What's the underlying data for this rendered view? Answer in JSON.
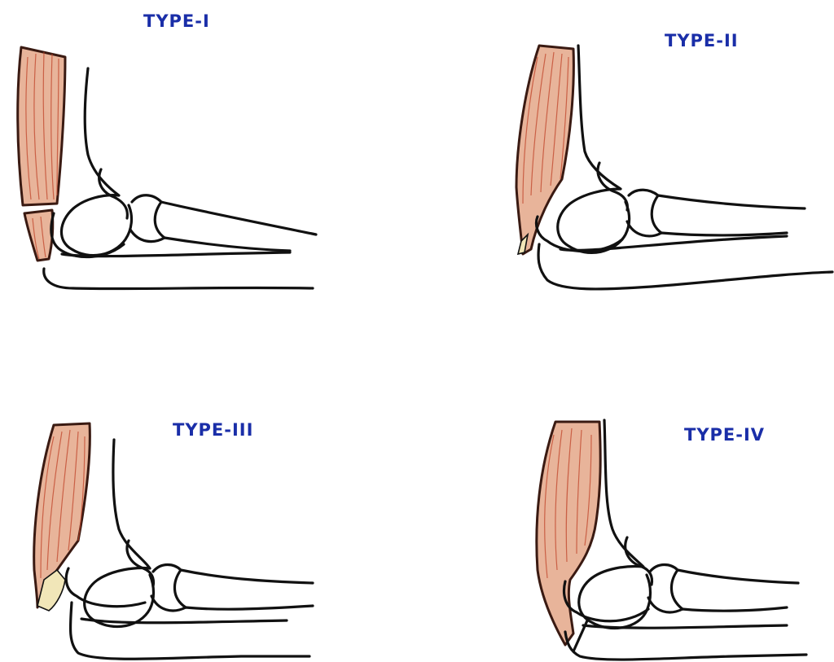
{
  "panels": [
    {
      "title": "TYPE-I"
    },
    {
      "title": "TYPE-II"
    },
    {
      "title": "TYPE-III"
    },
    {
      "title": "TYPE-IV"
    }
  ],
  "colors": {
    "title_ink": "#1a2ea8",
    "bone_line": "#111111",
    "muscle_outline": "#3a1a12",
    "muscle_fill": "#e8b49a",
    "muscle_fiber": "#c0442a",
    "bone_fragment": "#f1e6b8"
  }
}
